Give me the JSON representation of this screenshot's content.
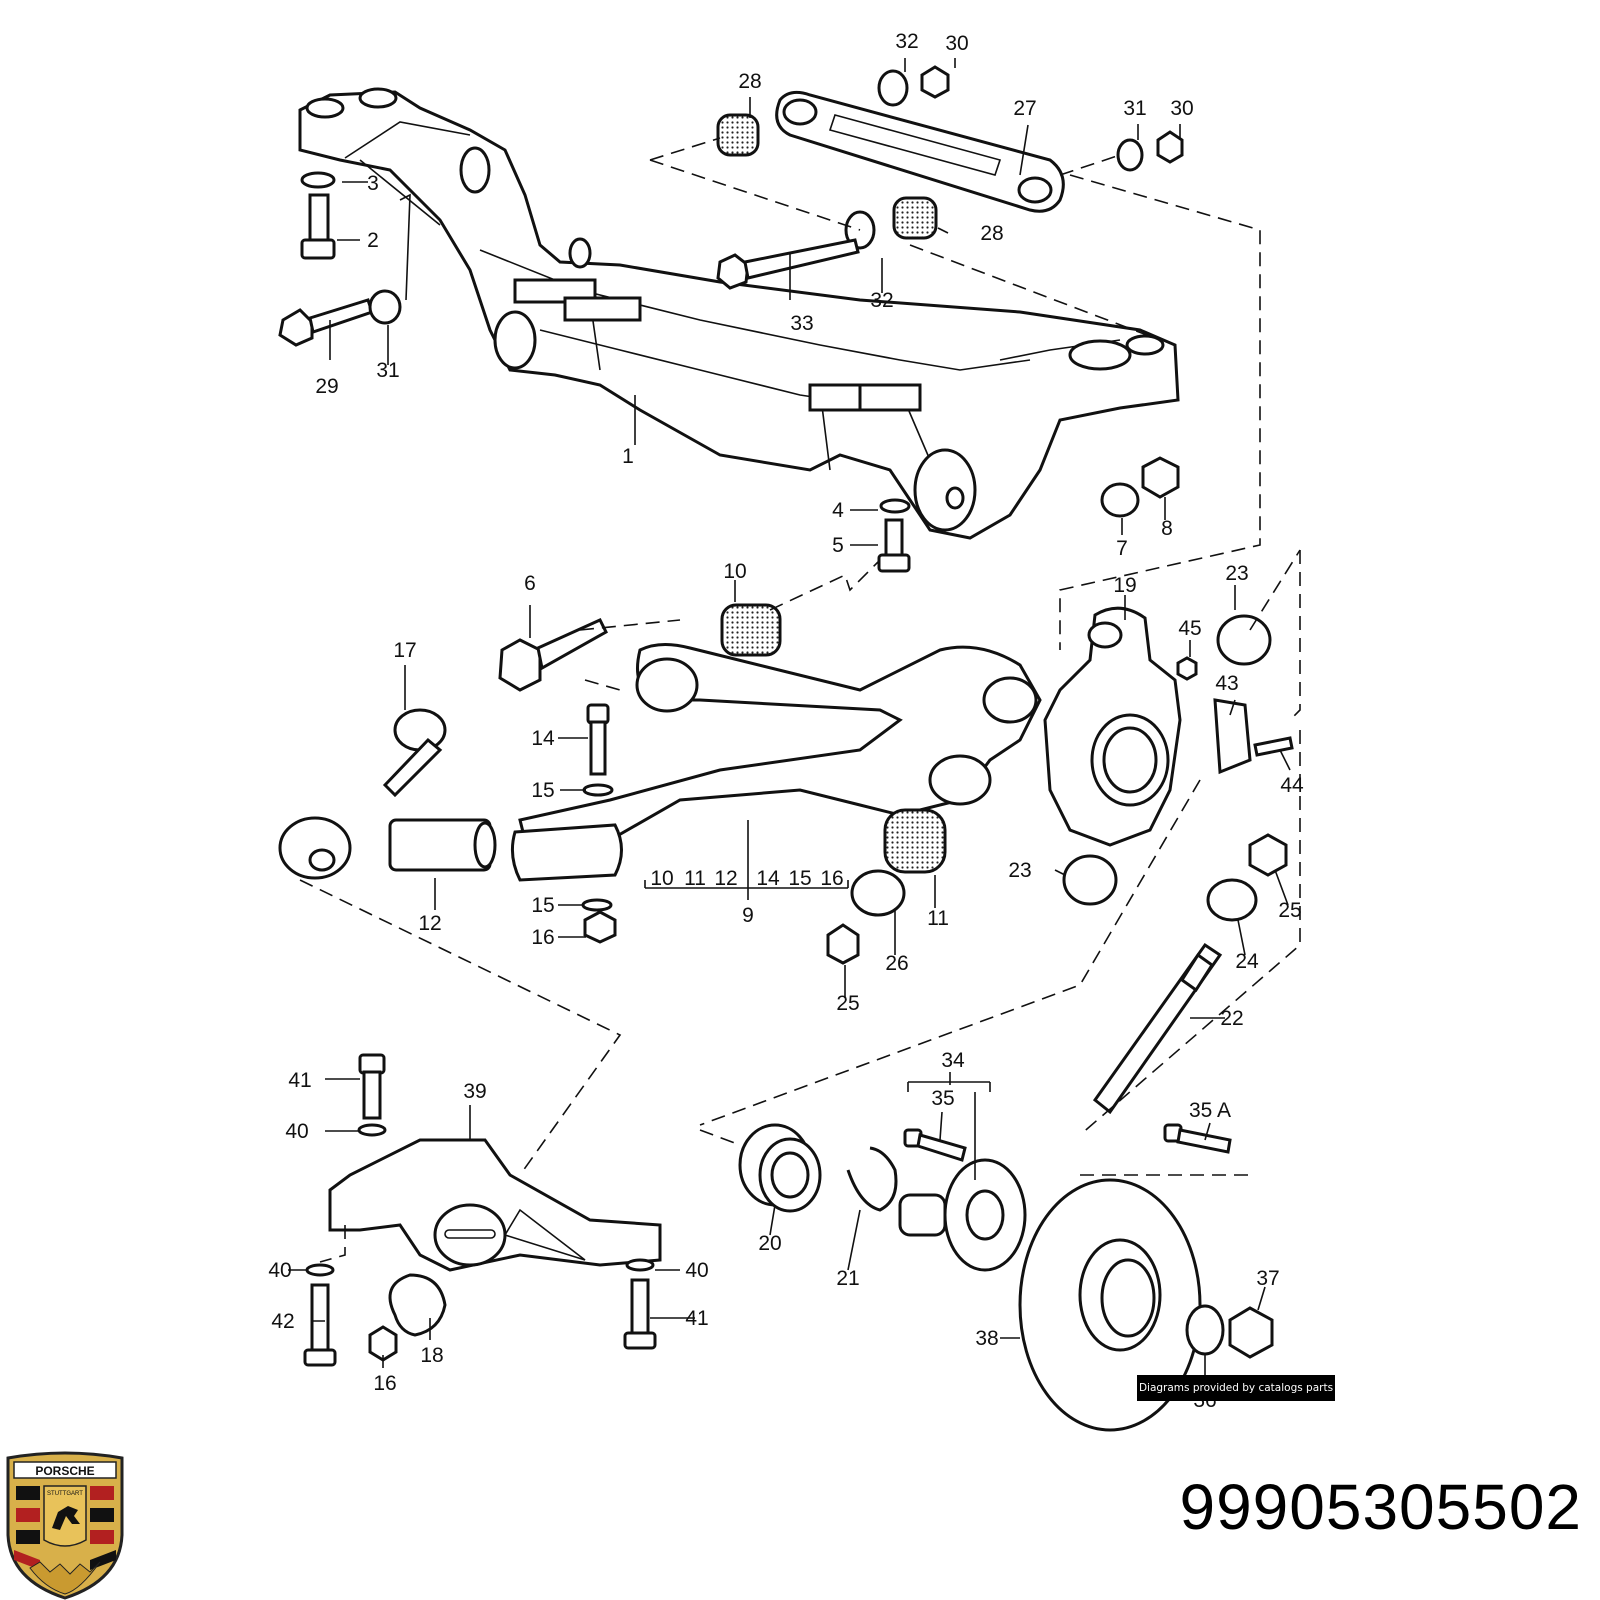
{
  "part_number": "99905305502",
  "watermark": "Diagrams provided by catalogs parts",
  "brand_crest_text": [
    "PORSCHE",
    "STUTTGART"
  ],
  "callouts": [
    {
      "text": "1"
    },
    {
      "text": "2"
    },
    {
      "text": "3"
    },
    {
      "text": "4"
    },
    {
      "text": "5"
    },
    {
      "text": "6"
    },
    {
      "text": "7"
    },
    {
      "text": "8"
    },
    {
      "text": "9"
    },
    {
      "text": "10"
    },
    {
      "text": "10"
    },
    {
      "text": "11"
    },
    {
      "text": "11"
    },
    {
      "text": "12"
    },
    {
      "text": "12"
    },
    {
      "text": "14"
    },
    {
      "text": "14"
    },
    {
      "text": "15"
    },
    {
      "text": "15"
    },
    {
      "text": "15"
    },
    {
      "text": "16"
    },
    {
      "text": "16"
    },
    {
      "text": "16"
    },
    {
      "text": "17"
    },
    {
      "text": "18"
    },
    {
      "text": "19"
    },
    {
      "text": "20"
    },
    {
      "text": "21"
    },
    {
      "text": "22"
    },
    {
      "text": "23"
    },
    {
      "text": "23"
    },
    {
      "text": "24"
    },
    {
      "text": "25"
    },
    {
      "text": "25"
    },
    {
      "text": "26"
    },
    {
      "text": "27"
    },
    {
      "text": "28"
    },
    {
      "text": "28"
    },
    {
      "text": "29"
    },
    {
      "text": "30"
    },
    {
      "text": "30"
    },
    {
      "text": "31"
    },
    {
      "text": "31"
    },
    {
      "text": "32"
    },
    {
      "text": "32"
    },
    {
      "text": "33"
    },
    {
      "text": "34"
    },
    {
      "text": "35"
    },
    {
      "text": "35 A"
    },
    {
      "text": "36"
    },
    {
      "text": "37"
    },
    {
      "text": "38"
    },
    {
      "text": "39"
    },
    {
      "text": "40"
    },
    {
      "text": "40"
    },
    {
      "text": "40"
    },
    {
      "text": "41"
    },
    {
      "text": "41"
    },
    {
      "text": "42"
    },
    {
      "text": "43"
    },
    {
      "text": "44"
    },
    {
      "text": "45"
    }
  ]
}
